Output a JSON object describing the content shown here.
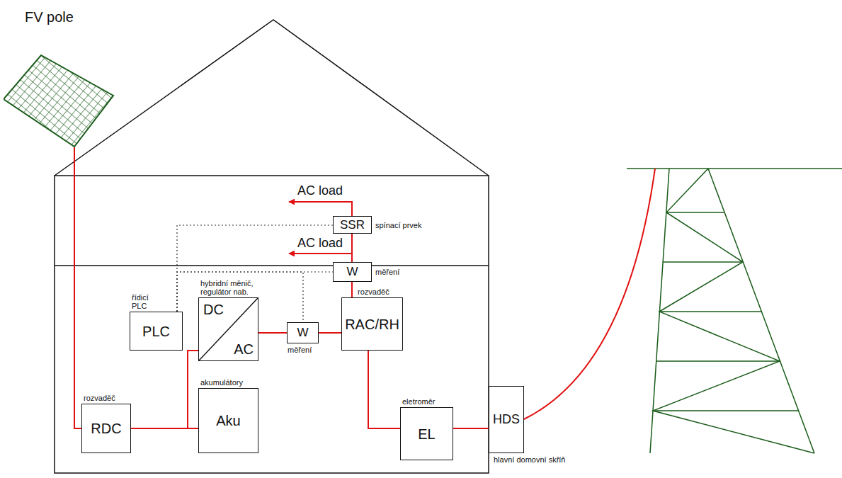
{
  "diagram": {
    "nodes": [
      {
        "text": [
          "FV pole"
        ]
      },
      {
        "text": [
          "SSR",
          "spínací prvek"
        ]
      },
      {
        "text": [
          "W",
          "měření"
        ]
      },
      {
        "text": [
          "řídicí PLC",
          "PLC"
        ]
      },
      {
        "text": [
          "hybridní měnič, regulátor nab.",
          "DC",
          "AC"
        ]
      },
      {
        "text": [
          "W",
          "měření"
        ]
      },
      {
        "text": [
          "rozvaděč",
          "RAC/RH"
        ]
      },
      {
        "text": [
          "rozvaděč",
          "RDC"
        ]
      },
      {
        "text": [
          "akumulátory",
          "Aku"
        ]
      },
      {
        "text": [
          "eletroměr",
          "EL"
        ]
      },
      {
        "text": [
          "HDS",
          "hlavní domovní skříň"
        ]
      }
    ],
    "edges": [
      {
        "from": 0,
        "to": 7,
        "arrow": "none"
      },
      {
        "from": 7,
        "to": 8,
        "arrow": "none"
      },
      {
        "from": 7,
        "to": 4,
        "arrow": "none"
      },
      {
        "from": 4,
        "to": 5,
        "arrow": "none"
      },
      {
        "from": 5,
        "to": 6,
        "arrow": "none"
      },
      {
        "from": 6,
        "to": 2,
        "arrow": "none"
      },
      {
        "from": 2,
        "to": 1,
        "arrow": "none"
      },
      {
        "from": 6,
        "to": 9,
        "arrow": "none"
      },
      {
        "from": 9,
        "to": 10,
        "arrow": "none"
      },
      {
        "from": 3,
        "to": 1,
        "arrow": "none"
      },
      {
        "from": 3,
        "to": 2,
        "arrow": "none"
      },
      {
        "from": 3,
        "to": 5,
        "arrow": "none"
      }
    ],
    "labels": [
      "AC load",
      "AC load"
    ]
  }
}
